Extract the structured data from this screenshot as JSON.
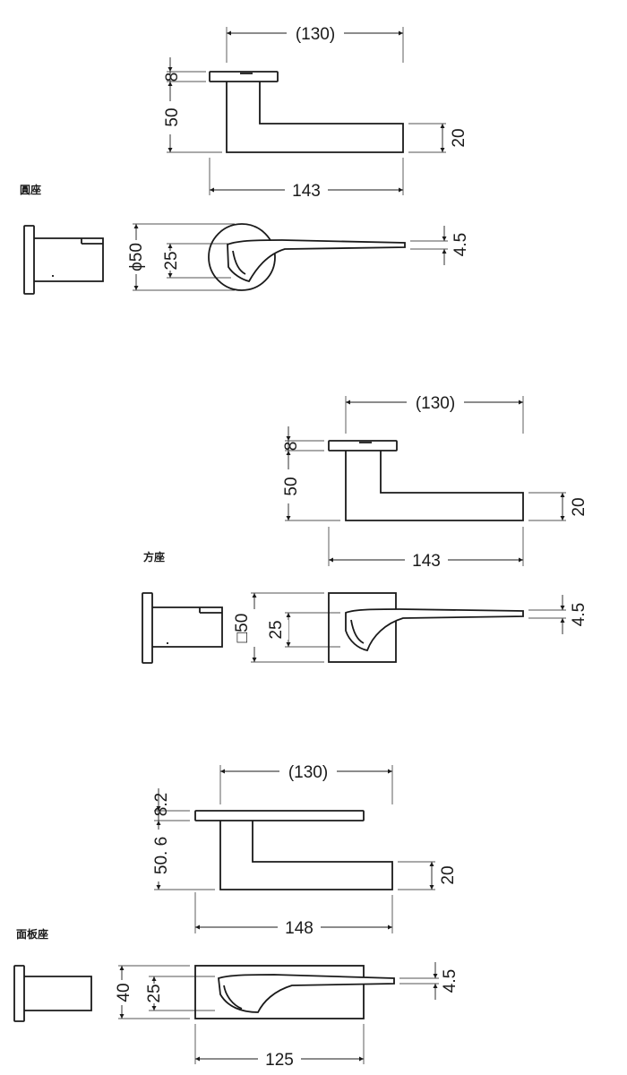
{
  "sections": [
    {
      "label": "圓座",
      "dims": {
        "width": "(130)",
        "rose": "8",
        "height": "50",
        "grip": "20",
        "overall": "143",
        "rose_dia": "ϕ50",
        "spindle": "25",
        "thick": "4.5"
      }
    },
    {
      "label": "方座",
      "dims": {
        "width": "(130)",
        "rose": "8",
        "height": "50",
        "grip": "20",
        "overall": "143",
        "rose_dia": "□50",
        "spindle": "25",
        "thick": "4.5"
      }
    },
    {
      "label": "面板座",
      "dims": {
        "width": "(130)",
        "rose": "8.2",
        "height": "50. 6",
        "grip": "20",
        "overall": "148",
        "rose_dia": "40",
        "spindle": "25",
        "thick": "4.5",
        "plate": "125"
      }
    }
  ]
}
